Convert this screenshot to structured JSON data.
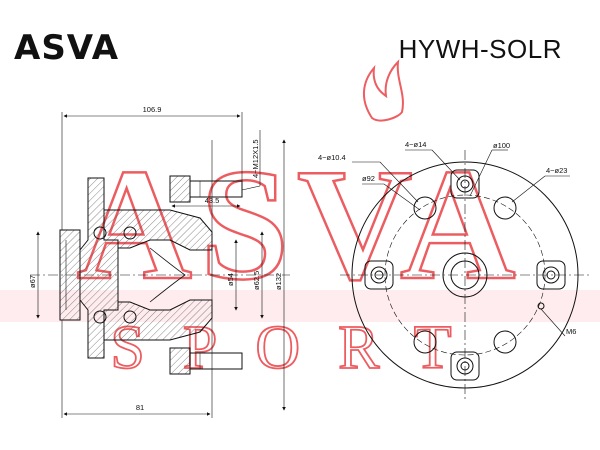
{
  "header": {
    "brand": "ASVA",
    "part_number": "HYWH-SOLR"
  },
  "watermark": {
    "logo_text": "ASVA",
    "sub_text": "SPORT",
    "color": "#e8353a"
  },
  "side_view": {
    "dims": {
      "overall_length": "106.9",
      "stud_thread": "4−M12X1.5",
      "stud_length": "43.5",
      "hub_dia_67": "ø67",
      "bore_54": "ø54",
      "pilot_62_5": "ø62.5",
      "flange_132": "ø132",
      "flange_to_end": "81"
    }
  },
  "front_view": {
    "dims": {
      "holes_10_4": "4−ø10.4",
      "holes_14": "4−ø14",
      "pcd_100": "ø100",
      "pcd_92": "ø92",
      "holes_23": "4−ø23",
      "thread_m6": "M6"
    }
  }
}
